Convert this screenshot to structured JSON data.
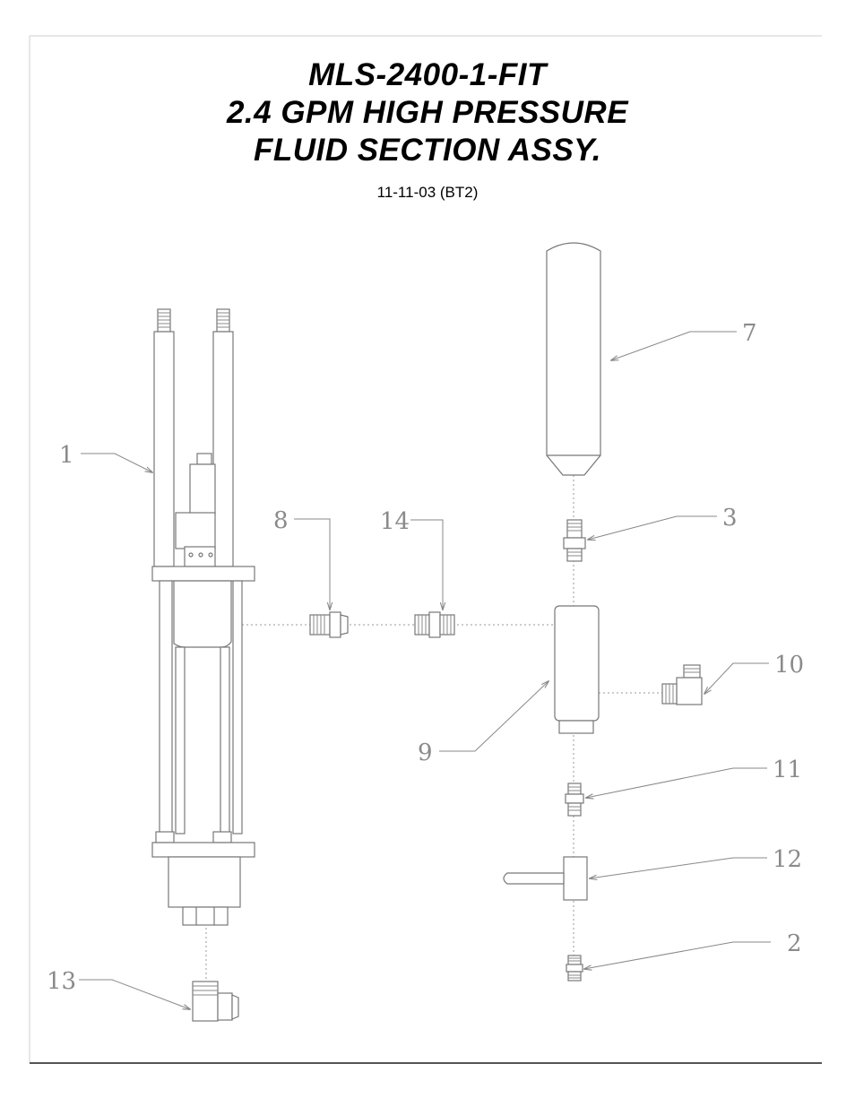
{
  "title": {
    "line1": "MLS-2400-1-FIT",
    "line2": "2.4 GPM HIGH PRESSURE",
    "line3": "FLUID SECTION ASSY.",
    "date": "11-11-03 (BT2)"
  },
  "callouts": {
    "c1": "1",
    "c2": "2",
    "c3": "3",
    "c7": "7",
    "c8": "8",
    "c9": "9",
    "c10": "10",
    "c11": "11",
    "c12": "12",
    "c13": "13",
    "c14": "14"
  }
}
